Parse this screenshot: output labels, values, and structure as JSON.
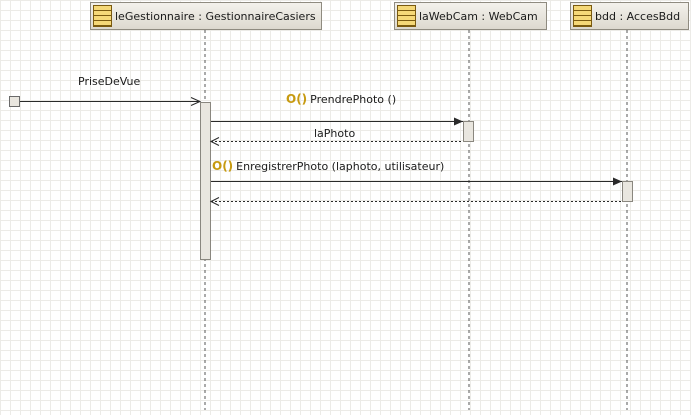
{
  "lifelines": [
    {
      "name": "leGestionnaire",
      "type": "GestionnaireCasiers"
    },
    {
      "name": "laWebCam",
      "type": "WebCam"
    },
    {
      "name": "bdd",
      "type": "AccesBdd"
    }
  ],
  "separator": " : ",
  "messages": {
    "found": {
      "label": "PriseDeVue"
    },
    "call_webcam": {
      "icon": "O()",
      "label": "PrendrePhoto ()"
    },
    "return_webcam": {
      "label": "laPhoto"
    },
    "call_bdd": {
      "icon": "O()",
      "label": "EnregistrerPhoto (laphoto, utilisateur)"
    },
    "return_bdd": {
      "label": ""
    }
  },
  "colors": {
    "line": "#2a2a2a",
    "lifeline_dash": "#555555",
    "activation_fill": "#e9e6df",
    "activation_stroke": "#8a877f",
    "op_icon": "#c79a10"
  }
}
